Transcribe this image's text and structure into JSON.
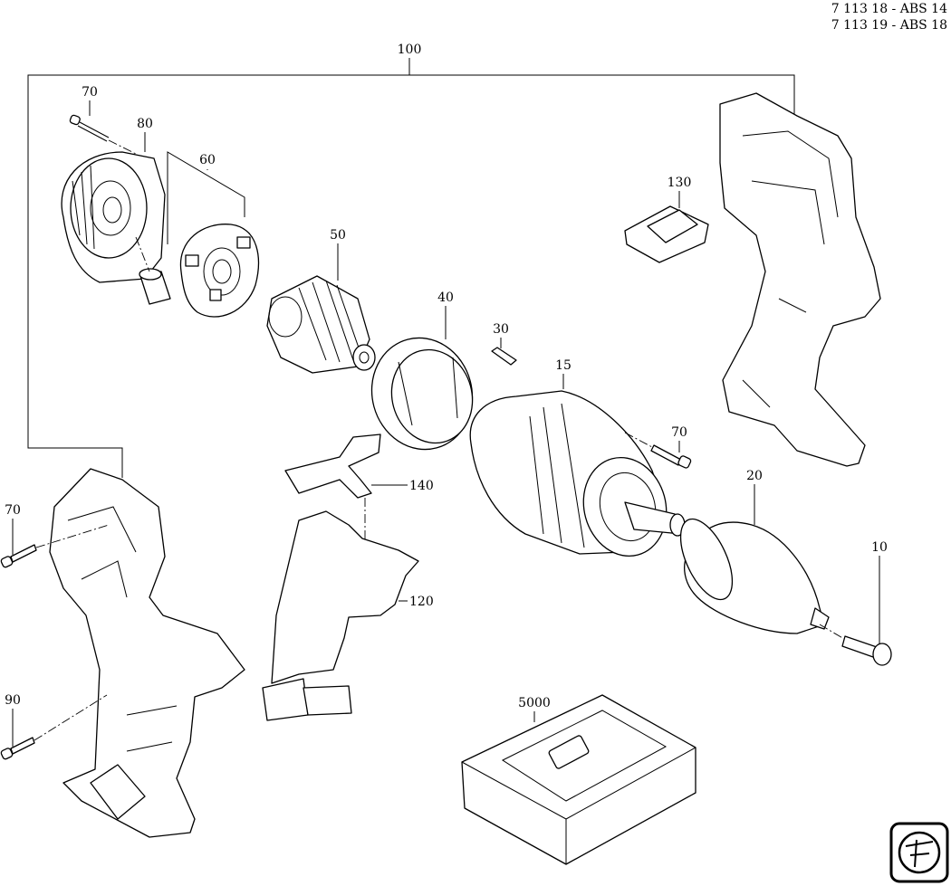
{
  "header": {
    "line1": "7 113 18 - ABS 14",
    "line2": "7 113 19 - ABS 18"
  },
  "callouts": {
    "c100": "100",
    "c70_top": "70",
    "c80": "80",
    "c60": "60",
    "c50": "50",
    "c40": "40",
    "c30": "30",
    "c15": "15",
    "c130": "130",
    "c70_mid": "70",
    "c20": "20",
    "c10": "10",
    "c140": "140",
    "c120": "120",
    "c70_left": "70",
    "c90": "90",
    "c5000": "5000"
  },
  "logo": {
    "name": "fein-logo"
  }
}
